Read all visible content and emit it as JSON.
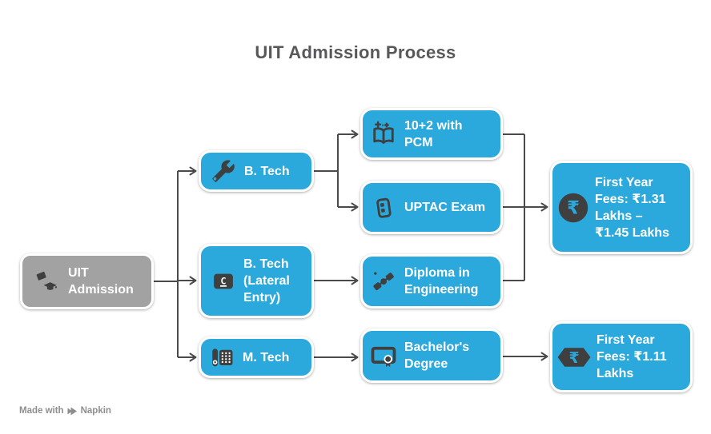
{
  "title": "UIT Admission Process",
  "watermark": {
    "made_with": "Made with",
    "brand": "Napkin",
    "logo_icon": "napkin-logo-icon"
  },
  "colors": {
    "background": "#FFFFFF",
    "node_blue": "#2BA9DC",
    "node_gray": "#A2A2A2",
    "icon_dark": "#3F3F3F",
    "connector": "#4A4A4A",
    "title_text": "#58585B",
    "node_text": "#FFFFFF",
    "watermark_text": "#8E8E8E"
  },
  "nodes": {
    "uit": {
      "label": "UIT Admission",
      "icon": "graduation-caps-icon"
    },
    "btech": {
      "label": "B. Tech",
      "icon": "wrench-icon"
    },
    "lateral": {
      "label": "B. Tech (Lateral Entry)",
      "icon": "letter-c-key-icon",
      "icon_letter": "C"
    },
    "mtech": {
      "label": "M. Tech",
      "icon": "office-phone-icon"
    },
    "pcm": {
      "label": "10+2 with PCM",
      "icon": "book-with-plus-icon"
    },
    "uptac": {
      "label": "UPTAC Exam",
      "icon": "mobile-device-icon"
    },
    "diploma": {
      "label": "Diploma in Engineering",
      "icon": "satellite-icon"
    },
    "bachelor": {
      "label": "Bachelor's Degree",
      "icon": "certificate-ribbon-icon"
    },
    "fees_btech": {
      "label": "First Year Fees: ₹1.31 Lakhs – ₹1.45 Lakhs",
      "icon": "rupee-coin-icon",
      "currency_symbol": "₹"
    },
    "fees_mtech": {
      "label": "First Year Fees: ₹1.11 Lakhs",
      "icon": "rupee-badge-icon",
      "currency_symbol": "₹"
    }
  }
}
